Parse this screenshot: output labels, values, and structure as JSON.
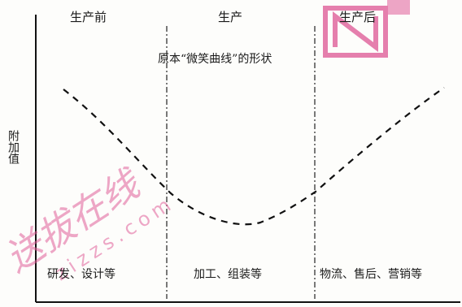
{
  "phases": {
    "before": "生产前",
    "during": "生产",
    "after": "生产后"
  },
  "caption": "原本“微笑曲线”的形状",
  "y_axis_label": "附加值",
  "stages": {
    "rd_design": "研发、设计等",
    "assembly": "加工、组装等",
    "logistics": "物流、售后、营销等"
  },
  "watermark": {
    "chinese": "送拔在线",
    "domain": "zizzs.com",
    "color": "#e0609a"
  }
}
